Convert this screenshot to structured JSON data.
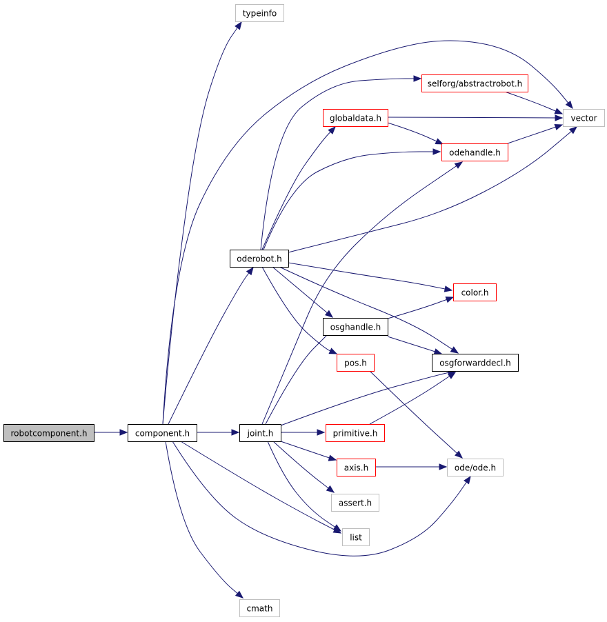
{
  "colors": {
    "edge": "#191970",
    "node_fill": "#ffffff",
    "root_fill": "#bfbfbf",
    "border_documented": "#000000",
    "border_incomplete": "#ff0000",
    "border_external": "#bfbfbf"
  },
  "nodes": {
    "robotcomponent_h": {
      "label": "robotcomponent.h",
      "kind": "root"
    },
    "component_h": {
      "label": "component.h",
      "kind": "documented"
    },
    "typeinfo": {
      "label": "typeinfo",
      "kind": "external"
    },
    "oderobot_h": {
      "label": "oderobot.h",
      "kind": "documented"
    },
    "selforg_abstractrobot_h": {
      "label": "selforg/abstractrobot.h",
      "kind": "incomplete"
    },
    "globaldata_h": {
      "label": "globaldata.h",
      "kind": "incomplete"
    },
    "vector": {
      "label": "vector",
      "kind": "external"
    },
    "odehandle_h": {
      "label": "odehandle.h",
      "kind": "incomplete"
    },
    "color_h": {
      "label": "color.h",
      "kind": "incomplete"
    },
    "osghandle_h": {
      "label": "osghandle.h",
      "kind": "documented"
    },
    "pos_h": {
      "label": "pos.h",
      "kind": "incomplete"
    },
    "osgforwarddecl_h": {
      "label": "osgforwarddecl.h",
      "kind": "documented"
    },
    "joint_h": {
      "label": "joint.h",
      "kind": "documented"
    },
    "primitive_h": {
      "label": "primitive.h",
      "kind": "incomplete"
    },
    "axis_h": {
      "label": "axis.h",
      "kind": "incomplete"
    },
    "ode_ode_h": {
      "label": "ode/ode.h",
      "kind": "external"
    },
    "assert_h": {
      "label": "assert.h",
      "kind": "external"
    },
    "list": {
      "label": "list",
      "kind": "external"
    },
    "cmath": {
      "label": "cmath",
      "kind": "external"
    }
  },
  "edges": [
    {
      "from": "robotcomponent_h",
      "to": "component_h"
    },
    {
      "from": "component_h",
      "to": "typeinfo"
    },
    {
      "from": "component_h",
      "to": "vector"
    },
    {
      "from": "component_h",
      "to": "oderobot_h"
    },
    {
      "from": "component_h",
      "to": "joint_h"
    },
    {
      "from": "component_h",
      "to": "list"
    },
    {
      "from": "component_h",
      "to": "ode_ode_h"
    },
    {
      "from": "component_h",
      "to": "cmath"
    },
    {
      "from": "oderobot_h",
      "to": "selforg_abstractrobot_h"
    },
    {
      "from": "oderobot_h",
      "to": "globaldata_h"
    },
    {
      "from": "oderobot_h",
      "to": "odehandle_h"
    },
    {
      "from": "oderobot_h",
      "to": "vector"
    },
    {
      "from": "oderobot_h",
      "to": "color_h"
    },
    {
      "from": "oderobot_h",
      "to": "osghandle_h"
    },
    {
      "from": "oderobot_h",
      "to": "osgforwarddecl_h"
    },
    {
      "from": "oderobot_h",
      "to": "pos_h"
    },
    {
      "from": "selforg_abstractrobot_h",
      "to": "vector"
    },
    {
      "from": "globaldata_h",
      "to": "vector"
    },
    {
      "from": "globaldata_h",
      "to": "odehandle_h"
    },
    {
      "from": "odehandle_h",
      "to": "vector"
    },
    {
      "from": "osghandle_h",
      "to": "color_h"
    },
    {
      "from": "osghandle_h",
      "to": "osgforwarddecl_h"
    },
    {
      "from": "pos_h",
      "to": "ode_ode_h"
    },
    {
      "from": "joint_h",
      "to": "odehandle_h"
    },
    {
      "from": "joint_h",
      "to": "osghandle_h"
    },
    {
      "from": "joint_h",
      "to": "osgforwarddecl_h"
    },
    {
      "from": "joint_h",
      "to": "primitive_h"
    },
    {
      "from": "joint_h",
      "to": "axis_h"
    },
    {
      "from": "joint_h",
      "to": "assert_h"
    },
    {
      "from": "joint_h",
      "to": "list"
    },
    {
      "from": "primitive_h",
      "to": "osgforwarddecl_h"
    },
    {
      "from": "axis_h",
      "to": "ode_ode_h"
    }
  ]
}
